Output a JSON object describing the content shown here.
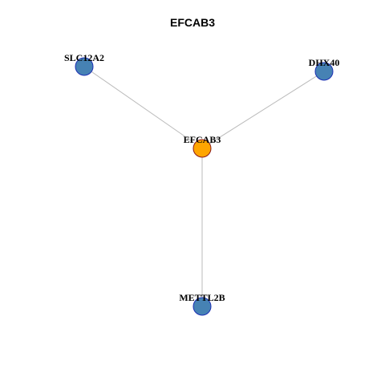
{
  "title": "EFCAB3",
  "colors": {
    "center_fill": "#FFA500",
    "center_stroke": "#8B1A1A",
    "leaf_fill": "#4682B4",
    "leaf_stroke": "#1C2FB4",
    "edge": "#BBBBBB"
  },
  "nodes": [
    {
      "id": "EFCAB3",
      "label": "EFCAB3",
      "role": "center"
    },
    {
      "id": "SLC12A2",
      "label": "SLC12A2",
      "role": "leaf"
    },
    {
      "id": "DHX40",
      "label": "DHX40",
      "role": "leaf"
    },
    {
      "id": "METTL2B",
      "label": "METTL2B",
      "role": "leaf"
    }
  ],
  "edges": [
    {
      "source": "EFCAB3",
      "target": "SLC12A2"
    },
    {
      "source": "EFCAB3",
      "target": "DHX40"
    },
    {
      "source": "EFCAB3",
      "target": "METTL2B"
    }
  ]
}
